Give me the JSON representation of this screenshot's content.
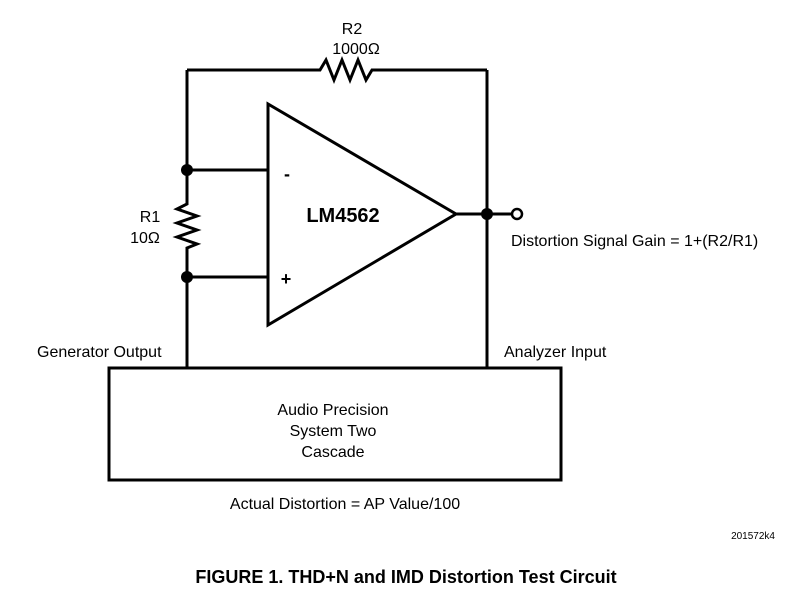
{
  "r2": {
    "name": "R2",
    "value": "1000Ω"
  },
  "r1": {
    "name": "R1",
    "value": "10Ω"
  },
  "opamp": {
    "name": "LM4562",
    "minus": "-",
    "plus": "+"
  },
  "gain_text": "Distortion Signal Gain = 1+(R2/R1)",
  "generator_label": "Generator Output",
  "analyzer_label": "Analyzer Input",
  "box": {
    "line1": "Audio Precision",
    "line2": "System Two",
    "line3": "Cascade"
  },
  "actual_text": "Actual Distortion = AP Value/100",
  "doc_id": "201572k4",
  "caption": "FIGURE 1. THD+N and IMD Distortion Test Circuit"
}
